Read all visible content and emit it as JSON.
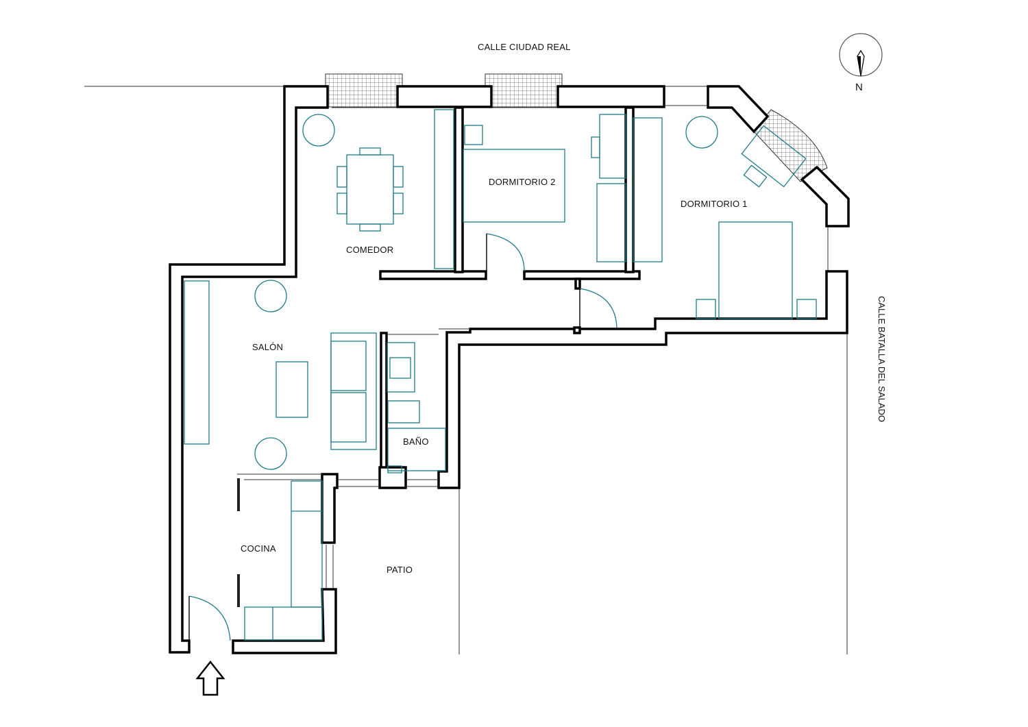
{
  "streets": {
    "top": "CALLE  CIUDAD REAL",
    "right": "CALLE BATALLA DEL SALADO"
  },
  "compass": {
    "label": "N"
  },
  "rooms": {
    "comedor": "COMEDOR",
    "dormitorio2": "DORMITORIO 2",
    "dormitorio1": "DORMITORIO 1",
    "salon": "SALÓN",
    "bano": "BAÑO",
    "cocina": "COCINA",
    "patio": "PATIO"
  },
  "colors": {
    "walls": "#000000",
    "furniture": "#1e7b8a",
    "background": "#ffffff"
  }
}
